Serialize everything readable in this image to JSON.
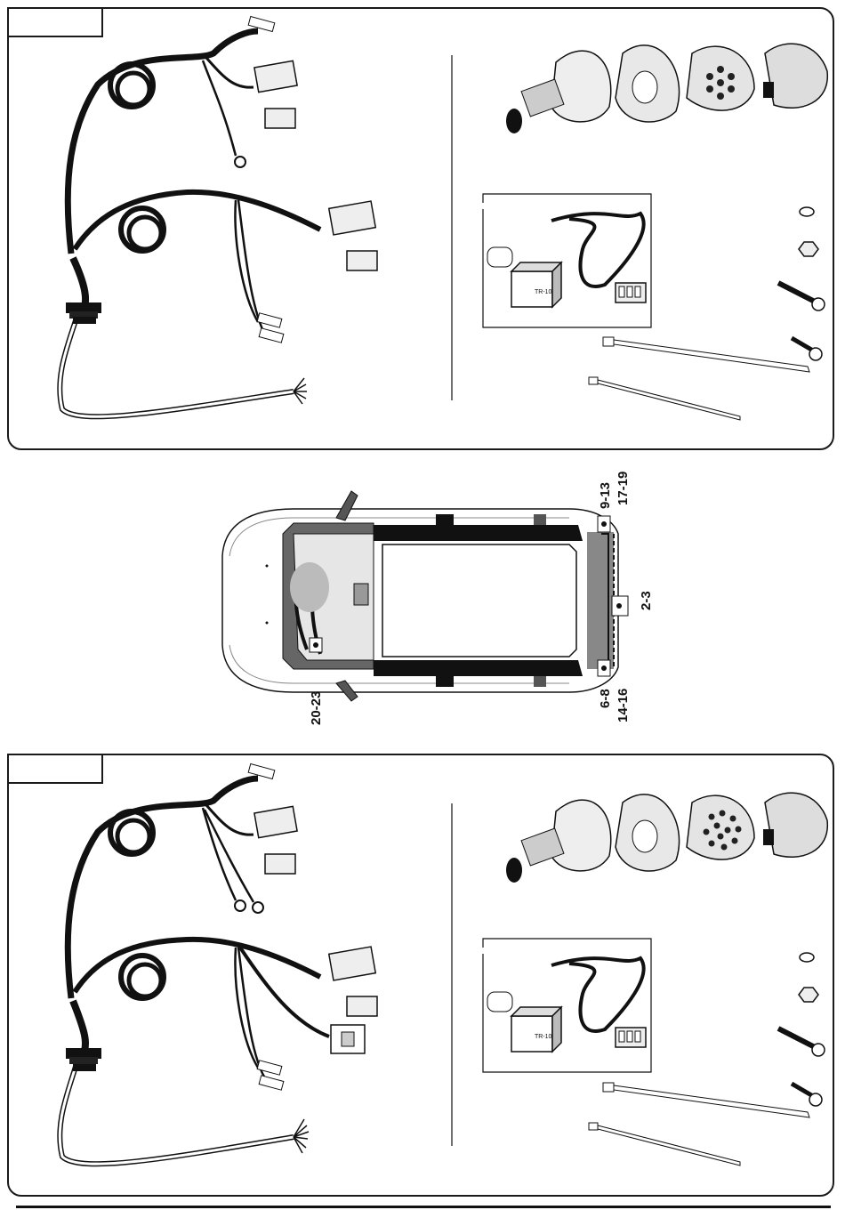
{
  "kit_a": {
    "tab_label": ""
  },
  "kit_b": {
    "tab_label": ""
  },
  "vehicle_callouts": {
    "rear_left_upper": "9-13",
    "rear_left_lower": "17-19",
    "bumper_center": "2-3",
    "rear_right_upper": "6-8",
    "rear_right_lower": "14-16",
    "front_dash": "20-23"
  },
  "relay_label": "TR-10"
}
